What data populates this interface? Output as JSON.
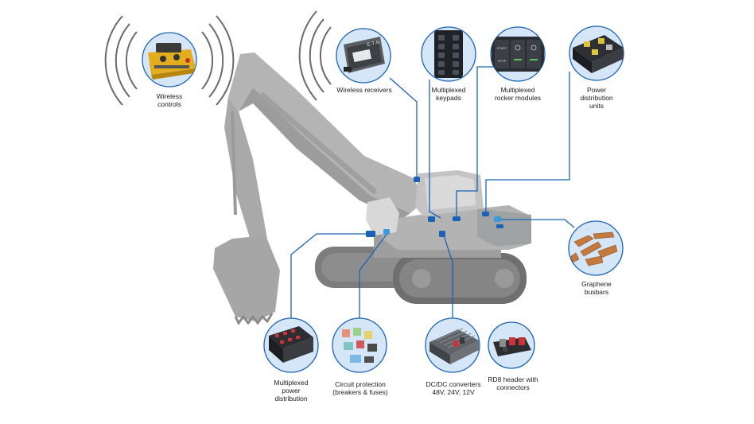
{
  "colors": {
    "accent": "#1a63b4",
    "circle_fill": "#d4e6f7",
    "machine": "#b3b3b3",
    "machine_dark": "#8f9090",
    "track": "#7a7a7a",
    "wireless": "#e3ad1d",
    "busbar": "#c47a3e",
    "connector_red": "#cf3236"
  },
  "labels": {
    "wireless_controls": [
      "Wireless",
      "controls"
    ],
    "wireless_receivers": [
      "Wireless receivers"
    ],
    "keypads": [
      "Multiplexed",
      "keypads"
    ],
    "rocker_modules": [
      "Multiplexed",
      "rocker modules"
    ],
    "pdu": [
      "Power",
      "distribution",
      "units"
    ],
    "busbars": [
      "Graphene",
      "busbars"
    ],
    "mux_power": [
      "Multiplexed",
      "power",
      "distribution"
    ],
    "circuit_protection": [
      "Circuit protection",
      "(breakers & fuses)"
    ],
    "dcdc": [
      "DC/DC converters",
      "48V, 24V, 12V"
    ],
    "rd8": [
      "RD8 header with",
      "connectors"
    ]
  },
  "product_text": {
    "receiver_brand": "E·T·N",
    "rocker_start": "START",
    "rocker_stop": "STOP"
  }
}
